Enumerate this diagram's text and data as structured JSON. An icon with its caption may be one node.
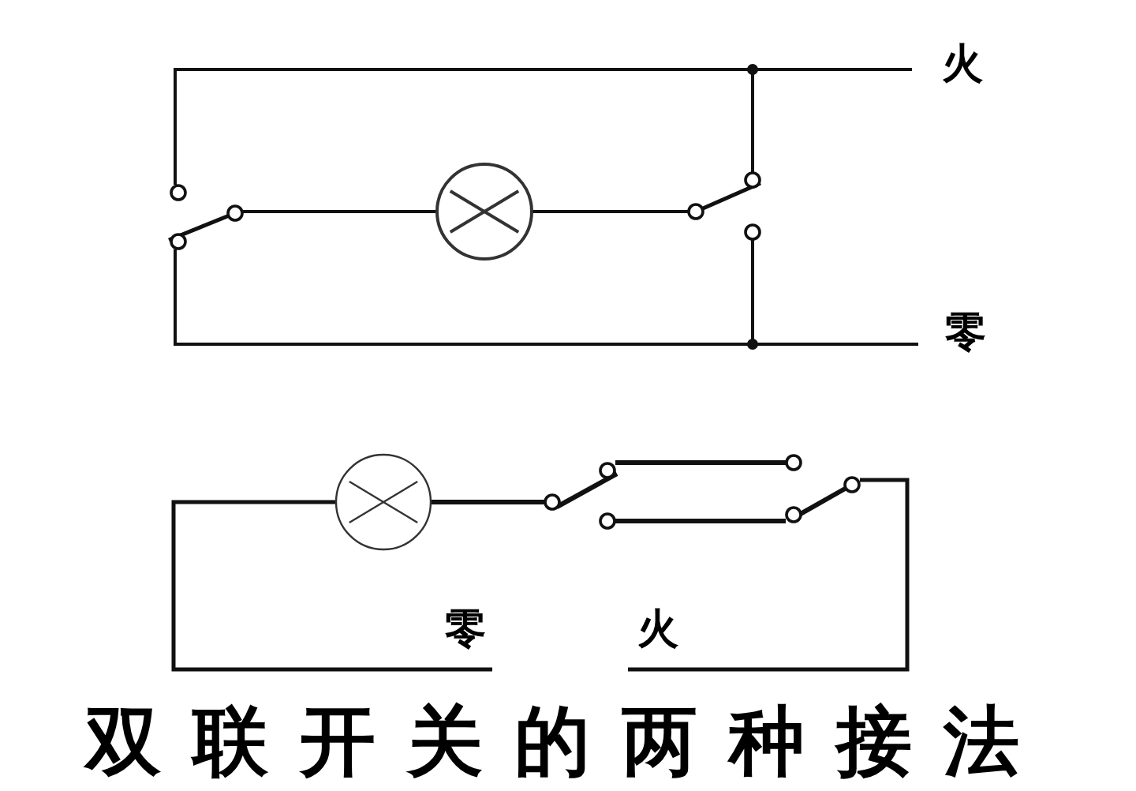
{
  "diagram": {
    "title": "双联开关的两种接法",
    "labels": [
      "火",
      "零",
      "零",
      "火"
    ]
  }
}
